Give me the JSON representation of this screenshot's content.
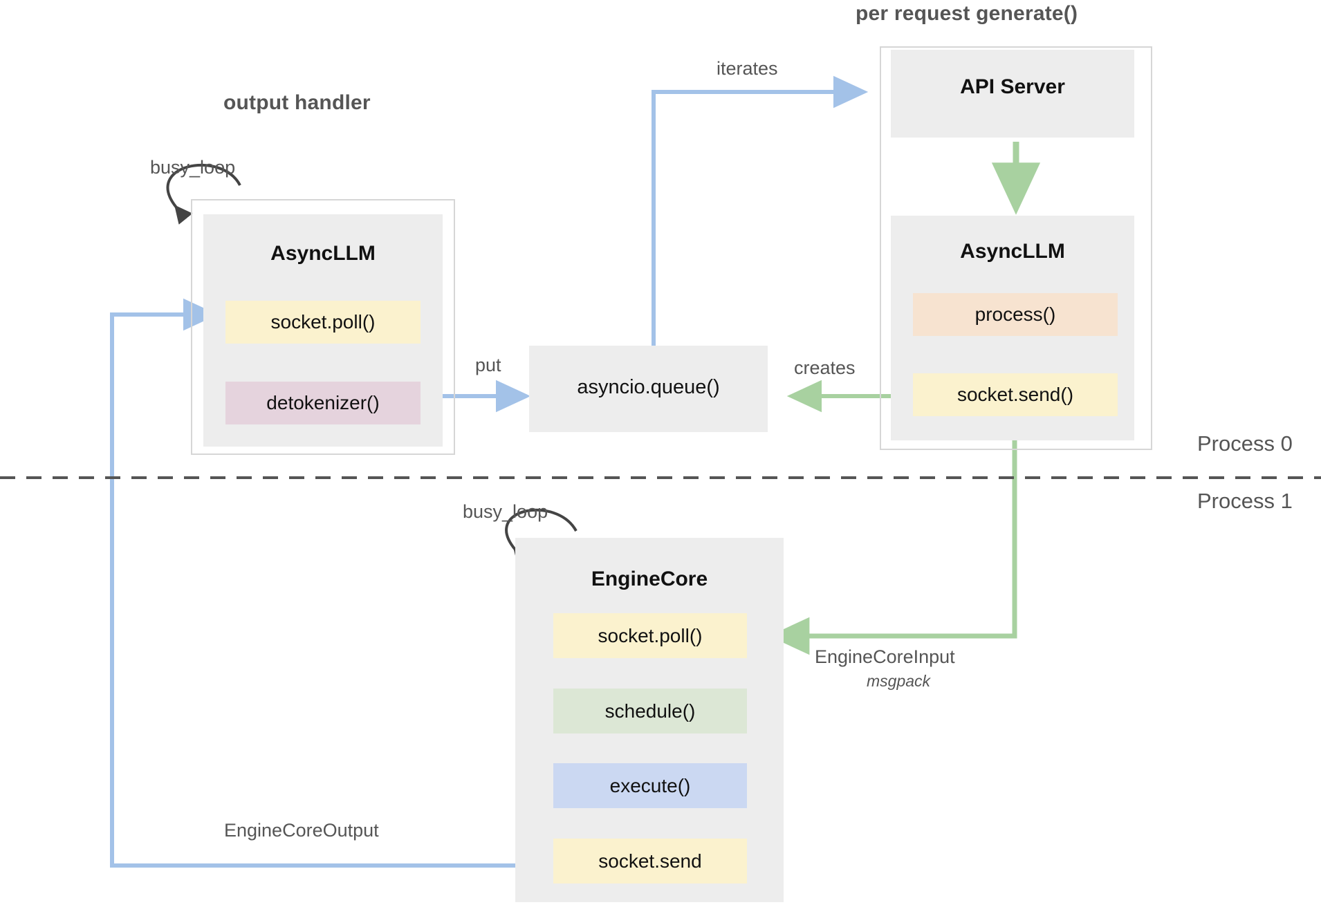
{
  "diagram": {
    "title_captions": {
      "output_handler": "output handler",
      "per_request_generate": "per request generate()"
    },
    "process_labels": {
      "top": "Process 0",
      "bottom": "Process 1"
    },
    "nodes": {
      "async_llm_left": {
        "title": "AsyncLLM",
        "chips": [
          {
            "label": "socket.poll()",
            "color": "#FBF2CE"
          },
          {
            "label": "detokenizer()",
            "color": "#E5D3DD"
          }
        ]
      },
      "api_server": {
        "title": "API Server"
      },
      "async_llm_right": {
        "title": "AsyncLLM",
        "chips": [
          {
            "label": "process()",
            "color": "#F7E3D0"
          },
          {
            "label": "socket.send()",
            "color": "#FBF2CE"
          }
        ]
      },
      "asyncio_queue": {
        "title": "asyncio.queue()"
      },
      "engine_core": {
        "title": "EngineCore",
        "chips": [
          {
            "label": "socket.poll()",
            "color": "#FBF2CE"
          },
          {
            "label": "schedule()",
            "color": "#DCE7D5"
          },
          {
            "label": "execute()",
            "color": "#CBD8F2"
          },
          {
            "label": "socket.send",
            "color": "#FBF2CE"
          }
        ]
      }
    },
    "edge_labels": {
      "busy_loop_left": "busy_loop",
      "busy_loop_bottom": "busy_loop",
      "iterates": "iterates",
      "put": "put",
      "creates": "creates",
      "engine_core_input": "EngineCoreInput",
      "engine_core_input_sub": "msgpack",
      "engine_core_output": "EngineCoreOutput"
    },
    "colors": {
      "blue_edge": "#A3C2E8",
      "green_edge": "#A8D1A0",
      "black_edge": "#444444",
      "node_fill": "#ededed",
      "frame_border": "#d6d6d6",
      "divider": "#555555",
      "yellow_chip": "#FBF2CE",
      "pink_chip": "#E5D3DD",
      "peach_chip": "#F7E3D0",
      "green_chip": "#DCE7D5",
      "blue_chip": "#CBD8F2"
    }
  }
}
